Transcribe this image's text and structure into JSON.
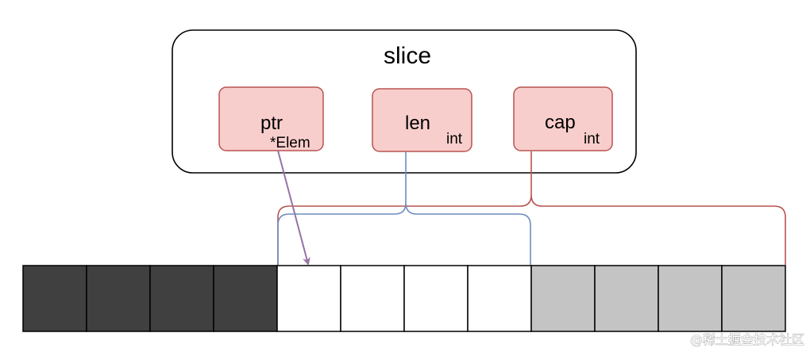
{
  "slice": {
    "title": "slice",
    "fields": [
      {
        "name": "ptr",
        "type": "*Elem"
      },
      {
        "name": "len",
        "type": "int"
      },
      {
        "name": "cap",
        "type": "int"
      }
    ]
  },
  "array": {
    "cells": [
      "before",
      "before",
      "before",
      "before",
      "len",
      "len",
      "len",
      "len",
      "cap",
      "cap",
      "cap",
      "cap"
    ]
  },
  "colors": {
    "outline": "#000000",
    "field_fill": "#f8cecc",
    "field_stroke": "#b85450",
    "before_fill": "#404040",
    "len_fill": "#ffffff",
    "cap_fill": "#c4c4c4",
    "len_bracket": "#6c8ebf",
    "cap_bracket": "#b85450",
    "ptr_arrow": "#9673a6"
  },
  "watermark": "@稀土掘金技术社区"
}
